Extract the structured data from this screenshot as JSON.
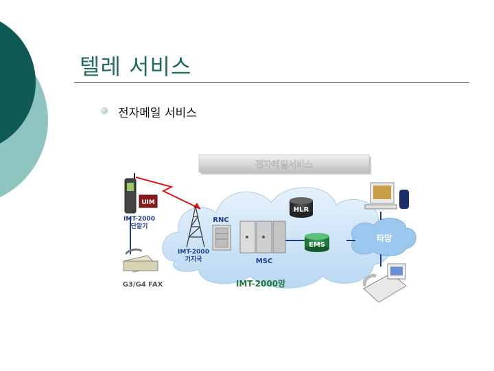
{
  "slide": {
    "title": "텔레 서비스",
    "bullet": "전자메일 서비스"
  },
  "diagram": {
    "banner": "전자메일서비스",
    "uim": "UIM",
    "terminal": [
      "IMT-2000",
      "단말기"
    ],
    "base_station": [
      "IMT-2000",
      "기지국"
    ],
    "rnc": "RNC",
    "msc": "MSC",
    "hlr": "HLR",
    "ems": "EMS",
    "network": "IMT-2000망",
    "other_network": "타망",
    "fax": "G3/G4 FAX"
  },
  "colors": {
    "title": "#1f6b5e",
    "accent_dark": "#0f5a55",
    "accent_light": "#8fc5c1",
    "cloud": "#cde4f7",
    "green": "#1d7a3a"
  }
}
